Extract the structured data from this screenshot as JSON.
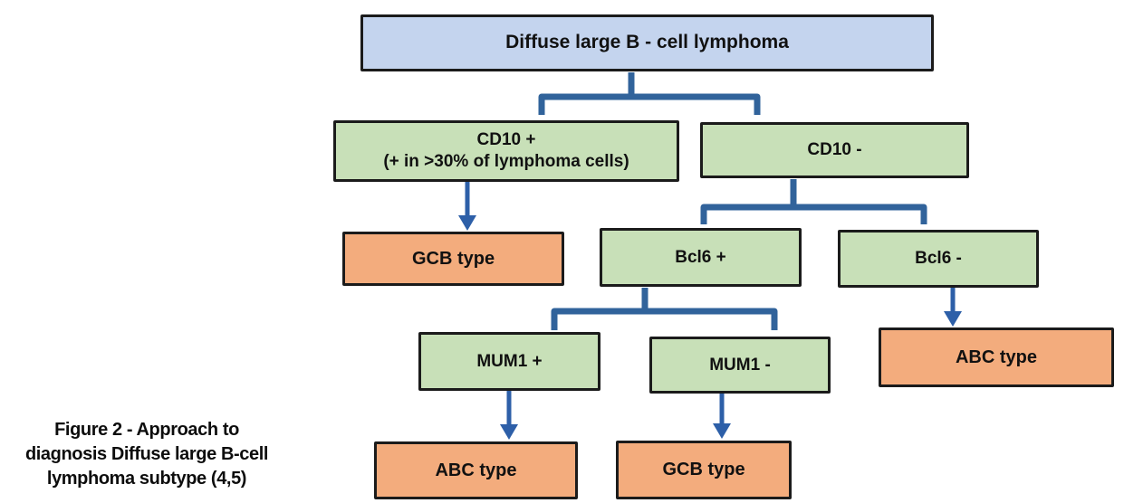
{
  "figure": {
    "caption": {
      "line1": "Figure 2 - Approach to",
      "line2": "diagnosis Diffuse large B-cell",
      "line3": "lymphoma subtype (4,5)"
    }
  },
  "nodes": {
    "root": {
      "label": "Diffuse large B - cell lymphoma"
    },
    "cd10_pos": {
      "line1": "CD10 +",
      "line2": "(+ in >30% of lymphoma cells)"
    },
    "cd10_neg": {
      "label": "CD10 -"
    },
    "gcb_from_cd10": {
      "label": "GCB type"
    },
    "bcl6_pos": {
      "label": "Bcl6 +"
    },
    "bcl6_neg": {
      "label": "Bcl6 -"
    },
    "abc_from_bcl6": {
      "label": "ABC type"
    },
    "mum1_pos": {
      "label": "MUM1 +"
    },
    "mum1_neg": {
      "label": "MUM1 -"
    },
    "abc_from_mum1": {
      "label": "ABC type"
    },
    "gcb_from_mum1": {
      "label": "GCB type"
    }
  },
  "colors": {
    "root_fill": "#c4d4ee",
    "decision_fill": "#c8e0b8",
    "result_fill": "#f3ac7d",
    "box_border": "#1b1b1b",
    "bracket": "#31639b",
    "arrow": "#2d5fa8",
    "text": "#111111"
  }
}
